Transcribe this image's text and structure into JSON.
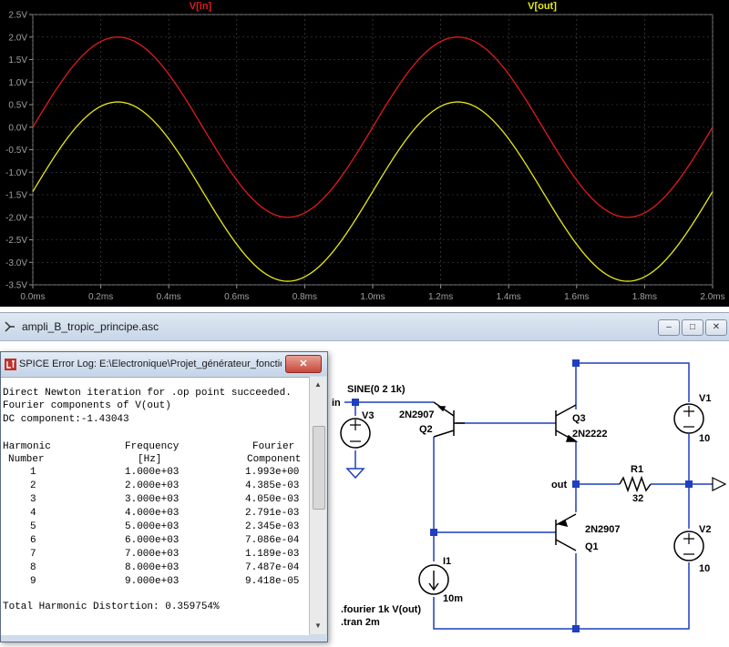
{
  "plot": {
    "traces": [
      {
        "name": "V[in]",
        "color": "#e01b1b"
      },
      {
        "name": "V[out]",
        "color": "#e8e81a"
      }
    ],
    "y_ticks": [
      "2.5V",
      "2.0V",
      "1.5V",
      "1.0V",
      "0.5V",
      "0.0V",
      "-0.5V",
      "-1.0V",
      "-1.5V",
      "-2.0V",
      "-2.5V",
      "-3.0V",
      "-3.5V"
    ],
    "x_ticks": [
      "0.0ms",
      "0.2ms",
      "0.4ms",
      "0.6ms",
      "0.8ms",
      "1.0ms",
      "1.2ms",
      "1.4ms",
      "1.6ms",
      "1.8ms",
      "2.0ms"
    ],
    "grid_color": "#505050"
  },
  "chart_data": {
    "type": "line",
    "xlabel": "",
    "ylabel": "",
    "xlim": [
      0,
      2.0
    ],
    "ylim": [
      -3.5,
      2.5
    ],
    "x_unit": "ms",
    "y_unit": "V",
    "grid": true,
    "series": [
      {
        "name": "V[in]",
        "color": "#e01b1b",
        "kind": "sine",
        "offset": 0.0,
        "amplitude": 2.0,
        "frequency_khz": 1.0,
        "phase_deg": 0
      },
      {
        "name": "V[out]",
        "color": "#e8e81a",
        "kind": "sine",
        "offset": -1.43,
        "amplitude": 1.99,
        "frequency_khz": 1.0,
        "phase_deg": 0
      }
    ]
  },
  "schematic": {
    "window_title": "ampli_B_tropic_principe.asc",
    "buttons": {
      "minimize": "–",
      "restore": "□",
      "close": "✕"
    },
    "labels": {
      "source": "SINE(0 2 1k)",
      "in": "in",
      "v3": "V3",
      "q2_model": "2N2907",
      "q2": "Q2",
      "q3": "Q3",
      "q3_model": "2N2222",
      "out": "out",
      "r1": "R1",
      "r1_value": "32",
      "v1": "V1",
      "v1_value": "10",
      "v2": "V2",
      "v2_value": "10",
      "q1_model": "2N2907",
      "q1": "Q1",
      "i1": "I1",
      "i1_value": "10m",
      "directive_fourier": ".fourier 1k V(out)",
      "directive_tran": ".tran 2m"
    }
  },
  "error_log": {
    "title": "SPICE Error Log: E:\\Electronique\\Projet_générateur_fonction\\a...",
    "close_label": "✕",
    "lines": [
      "Direct Newton iteration for .op point succeeded.",
      "Fourier components of V(out)",
      "DC component:-1.43043"
    ],
    "table_header_1": [
      "Harmonic",
      "Frequency",
      "Fourier"
    ],
    "table_header_2": [
      "Number",
      "[Hz]",
      "Component"
    ],
    "rows": [
      [
        "1",
        "1.000e+03",
        "1.993e+00"
      ],
      [
        "2",
        "2.000e+03",
        "4.385e-03"
      ],
      [
        "3",
        "3.000e+03",
        "4.050e-03"
      ],
      [
        "4",
        "4.000e+03",
        "2.791e-03"
      ],
      [
        "5",
        "5.000e+03",
        "2.345e-03"
      ],
      [
        "6",
        "6.000e+03",
        "7.086e-04"
      ],
      [
        "7",
        "7.000e+03",
        "1.189e-03"
      ],
      [
        "8",
        "8.000e+03",
        "7.487e-04"
      ],
      [
        "9",
        "9.000e+03",
        "9.418e-05"
      ]
    ],
    "thd": "Total Harmonic Distortion: 0.359754%"
  }
}
